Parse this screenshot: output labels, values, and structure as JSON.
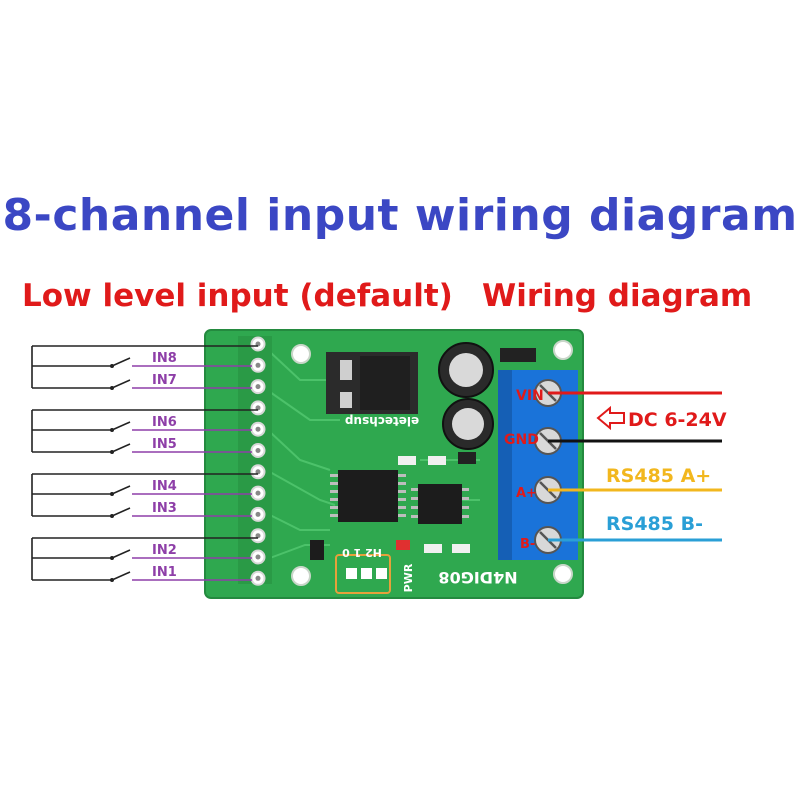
{
  "title": "8-channel input wiring diagram",
  "subtitle_left": "Low level input (default)",
  "subtitle_right": "Wiring diagram",
  "inputs": [
    "IN8",
    "IN7",
    "IN6",
    "IN5",
    "IN4",
    "IN3",
    "IN2",
    "IN1"
  ],
  "board": {
    "model": "N4DIG08",
    "brand": "eletechsup",
    "pwr": "PWR",
    "dip_label": "H2 1 0"
  },
  "terminals": {
    "vin": "VIN",
    "gnd": "GND",
    "a": "A+",
    "b": "B-"
  },
  "power_label": "DC 6-24V",
  "rs485_a": "RS485 A+",
  "rs485_b": "RS485 B-",
  "colors": {
    "title": "#3b47c4",
    "subtitle": "#e01a1a",
    "board": "#2fa84f",
    "terminal_block": "#1a73d9",
    "input_label": "#8e3fa8",
    "rs485_a": "#f2b71e",
    "rs485_b": "#2a9fd6",
    "vin_wire": "#e01a1a",
    "gnd_wire": "#111111"
  }
}
